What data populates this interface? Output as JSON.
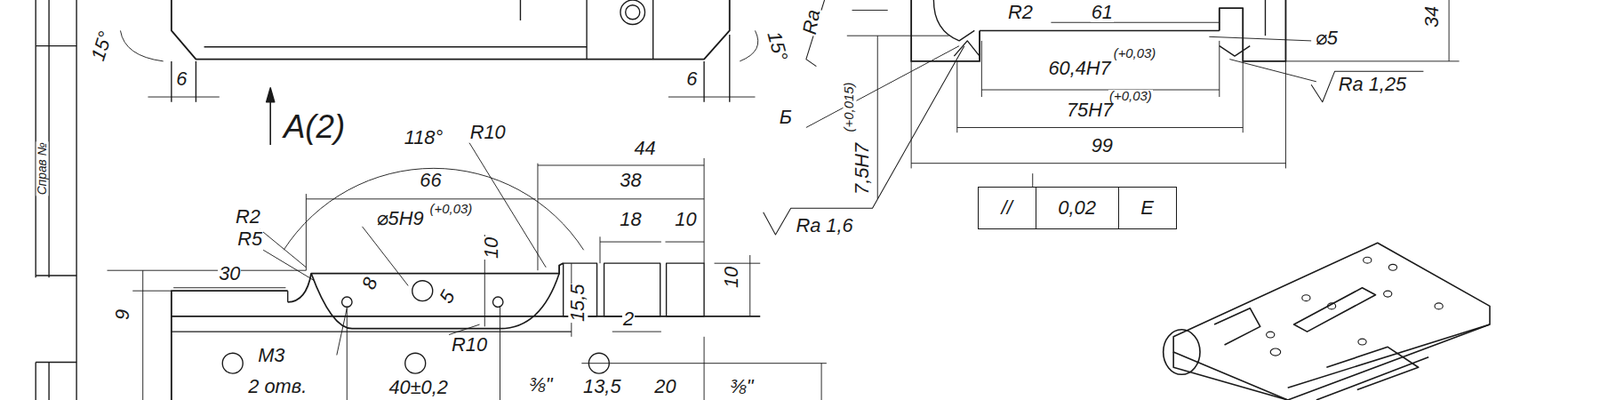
{
  "diagram": {
    "nodes": [
      {
        "text": [
          "//",
          "0,02",
          "E"
        ]
      }
    ],
    "labels": [
      "15°",
      "6",
      "6",
      "15°",
      "A(2)",
      "118°",
      "R10",
      "44",
      "66",
      "38",
      "R2",
      "R5",
      "⌀5H9",
      "(+0,03)",
      "18",
      "10",
      "10",
      "10",
      "30",
      "8",
      "5",
      "9",
      "15,5",
      "2",
      "M3",
      "2 отв.",
      "R10",
      "40±0,2",
      "⅜\"",
      "13,5",
      "20",
      "⅜\"",
      "Ra",
      "R2",
      "61",
      "34",
      "⌀5",
      "60,4H7",
      "(+0,03)",
      "75H7",
      "(+0,03)",
      "Ra 1,25",
      "99",
      "Б",
      "7,5H7",
      "(+0,015)",
      "Ra 1,6",
      "Справ №"
    ]
  }
}
